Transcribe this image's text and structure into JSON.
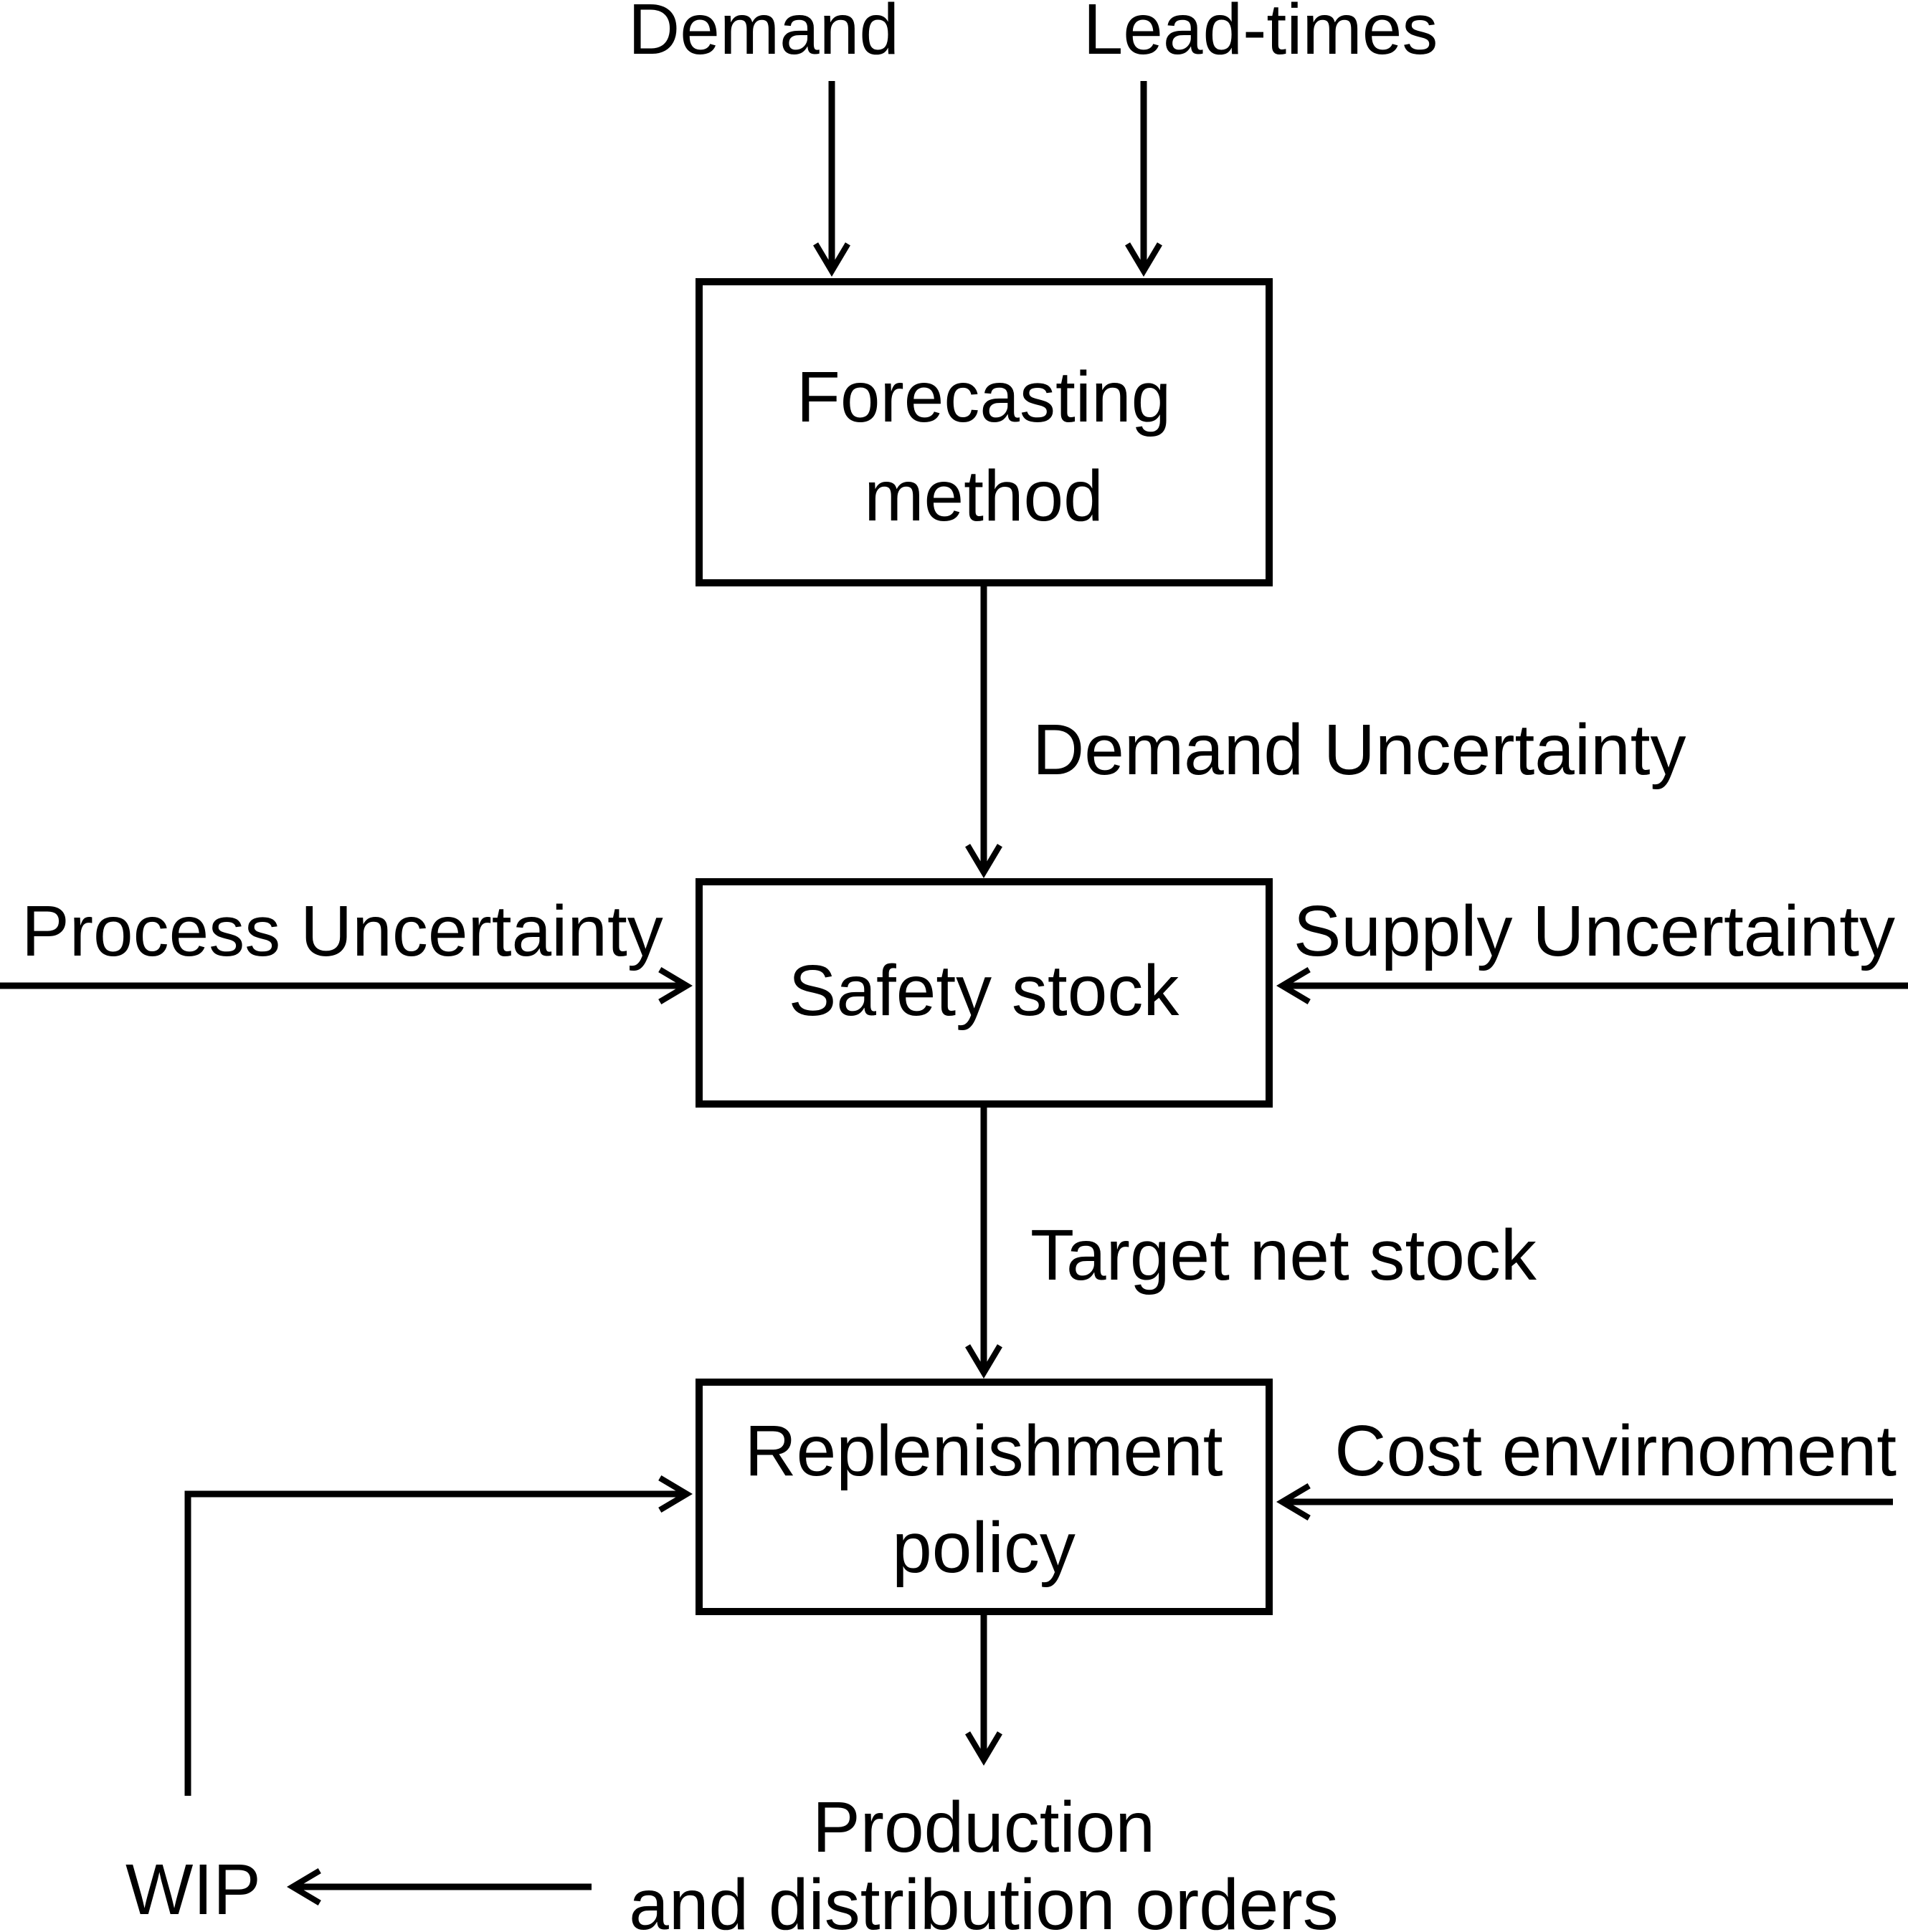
{
  "colors": {
    "ink": "#000000",
    "background": "#ffffff"
  },
  "nodes": {
    "forecasting": {
      "line1": "Forecasting",
      "line2": "method"
    },
    "safety_stock": {
      "label": "Safety stock"
    },
    "replenishment": {
      "line1": "Replenishment",
      "line2": "policy"
    }
  },
  "external_inputs": {
    "demand": "Demand",
    "lead_times": "Lead-times",
    "process_uncertainty": "Process Uncertainty",
    "supply_uncertainty": "Supply Uncertainty",
    "cost_environment": "Cost envirnoment",
    "wip": "WIP"
  },
  "flow_labels": {
    "demand_uncertainty": "Demand Uncertainty",
    "target_net_stock": "Target net stock"
  },
  "output": {
    "line1": "Production",
    "line2": "and distribution orders"
  }
}
